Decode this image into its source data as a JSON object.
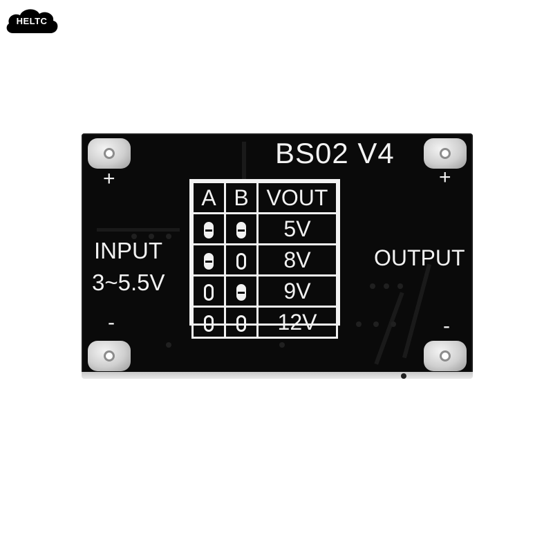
{
  "brand": {
    "label": "HELTC"
  },
  "board": {
    "model": "BS02 V4",
    "input": {
      "label": "INPUT",
      "range": "3~5.5V",
      "plus": "+",
      "minus": "-"
    },
    "output": {
      "label": "OUTPUT",
      "plus": "+",
      "minus": "-"
    },
    "table": {
      "headers": [
        "A",
        "B",
        "VOUT"
      ],
      "rows": [
        {
          "a": "closed",
          "b": "closed",
          "vout": "5V"
        },
        {
          "a": "closed",
          "b": "open",
          "vout": "8V"
        },
        {
          "a": "open",
          "b": "closed",
          "vout": "9V"
        },
        {
          "a": "open",
          "b": "open",
          "vout": "12V"
        }
      ]
    }
  },
  "colors": {
    "pcb": "#0a0a0a",
    "silkscreen": "#f2f2f2",
    "background": "#ffffff"
  }
}
